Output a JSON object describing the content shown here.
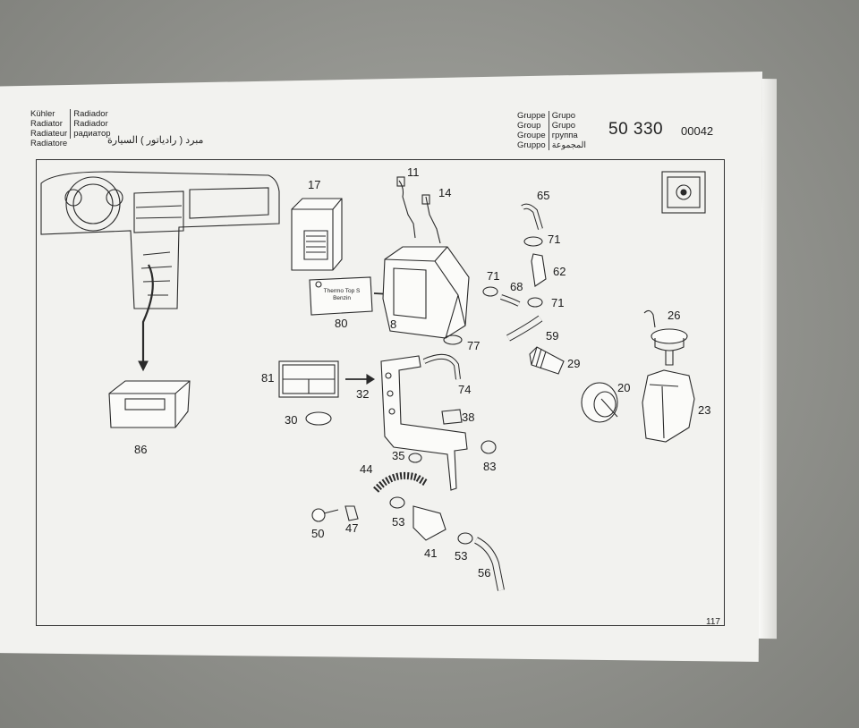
{
  "header": {
    "title_languages": [
      "Kühler",
      "Radiator",
      "Radiateur",
      "Radiatore"
    ],
    "title_translations": [
      "Radiador",
      "Radiador",
      "радиатор"
    ],
    "title_arabic": "مبرد ( رادياتور ) السيارة",
    "group_languages": [
      "Gruppe",
      "Group",
      "Groupe",
      "Gruppo"
    ],
    "group_translations": [
      "Grupo",
      "Grupo",
      "группа",
      "المجموعة"
    ],
    "group_number": "50 330",
    "document_number": "00042"
  },
  "diagram": {
    "sticker_text_1": "Thermo Top S",
    "sticker_text_2": "Benzin",
    "labels": [
      "11",
      "14",
      "17",
      "65",
      "71",
      "62",
      "71",
      "68",
      "71",
      "80",
      "8",
      "77",
      "59",
      "29",
      "26",
      "81",
      "32",
      "74",
      "20",
      "23",
      "30",
      "38",
      "35",
      "83",
      "44",
      "53",
      "50",
      "47",
      "41",
      "53",
      "56",
      "86"
    ]
  },
  "footer": {
    "page_number": "117"
  }
}
